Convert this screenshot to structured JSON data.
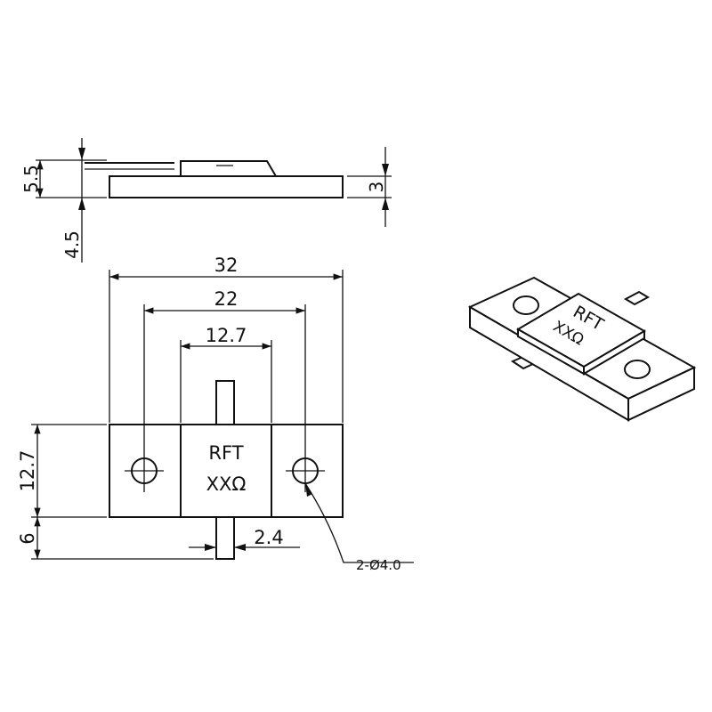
{
  "side_view": {
    "dim_top_height": "5.5",
    "dim_flange_height": "3",
    "dim_lead_offset": "4.5"
  },
  "front_view": {
    "dim_overall_width": "32",
    "dim_hole_spacing": "22",
    "dim_body_width": "12.7",
    "dim_height": "12.7",
    "dim_lead_length": "6",
    "dim_lead_width": "2.4",
    "hole_callout": "2-Ø4.0",
    "marking_line1": "RFT",
    "marking_line2": "XXΩ"
  },
  "iso_view": {
    "marking_line1": "RFT",
    "marking_line2": "XXΩ"
  },
  "colors": {
    "line": "#111111",
    "background": "#ffffff"
  }
}
